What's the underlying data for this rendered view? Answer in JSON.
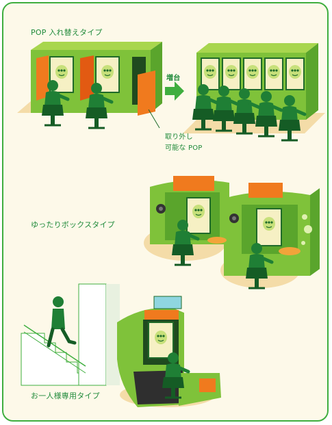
{
  "labels": {
    "pop_type": "POP 入れ替えタイプ",
    "increase": "増台",
    "removable_line1": "取り外し",
    "removable_line2": "可能な POP",
    "box_type": "ゆったりボックスタイプ",
    "solo_type": "お一人様専用タイプ"
  },
  "colors": {
    "frame": "#3fae3f",
    "background": "#fdf9e9",
    "cabinet_green": "#7fc23a",
    "dark_green": "#1f6a2a",
    "figure_green": "#1f7f35",
    "orange_pop": "#f07a1e",
    "floor": "#f4dca8",
    "label": "#1f8a3a"
  },
  "icons": [
    "arrow-right-icon",
    "speaker-icon",
    "alien-face-icon",
    "person-seated-icon",
    "person-standing-icon"
  ]
}
